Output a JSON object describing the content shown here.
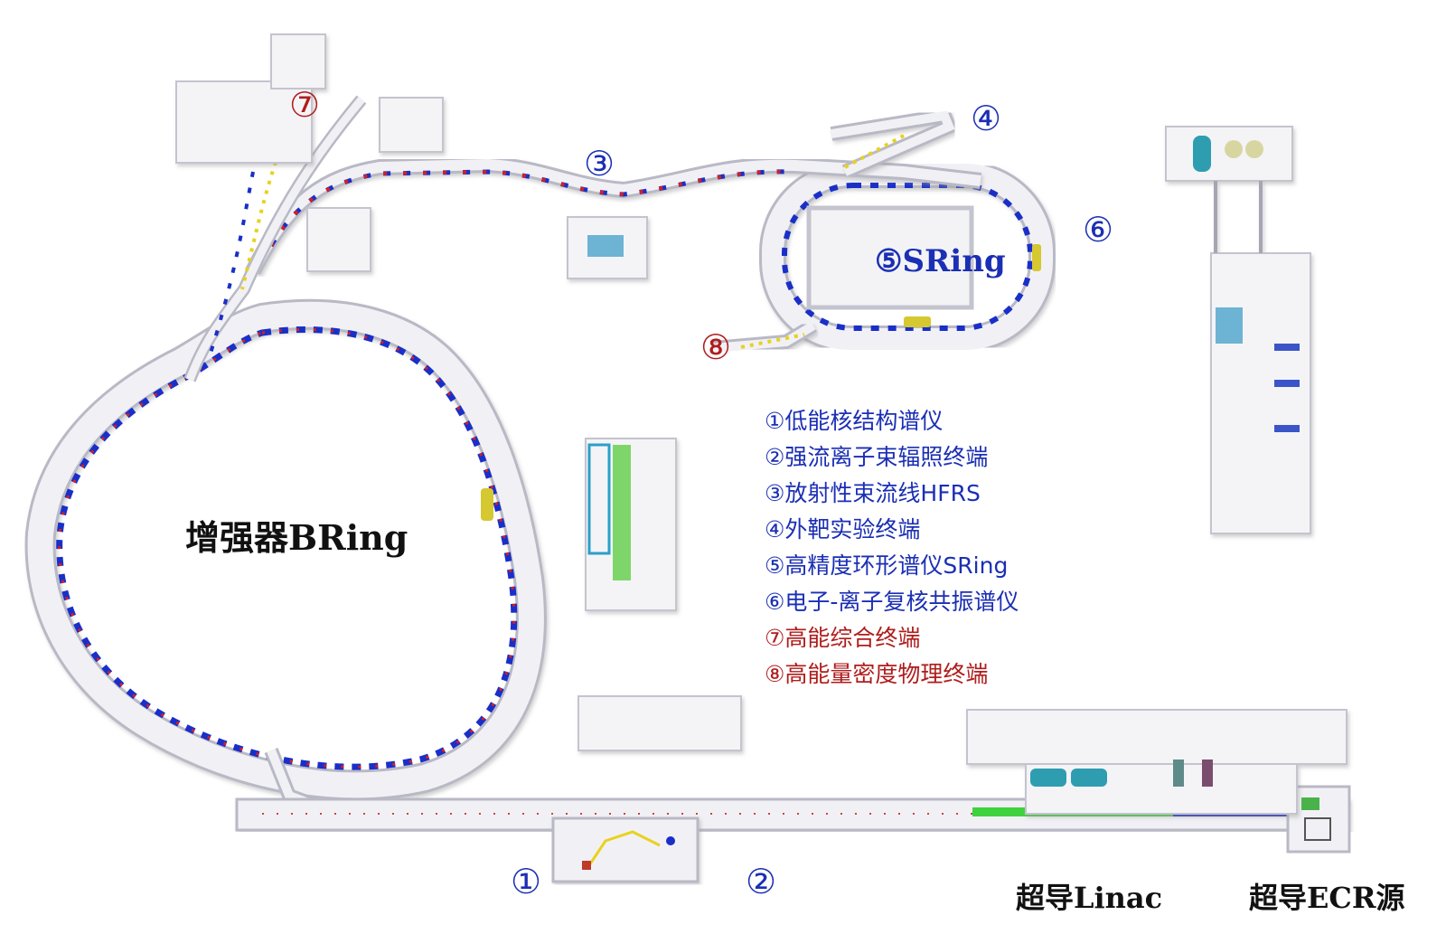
{
  "labels": {
    "bring": "增强器BRing",
    "sring": "⑤SRing",
    "linac": "超导Linac",
    "ecr": "超导ECR源"
  },
  "markers": {
    "m1": "①",
    "m2": "②",
    "m3": "③",
    "m4": "④",
    "m6": "⑥",
    "m7": "⑦",
    "m8": "⑧"
  },
  "legend": [
    {
      "text": "①低能核结构谱仪",
      "color": "#1b2fb4"
    },
    {
      "text": "②强流离子束辐照终端",
      "color": "#1b2fb4"
    },
    {
      "text": "③放射性束流线HFRS",
      "color": "#1b2fb4"
    },
    {
      "text": "④外靶实验终端",
      "color": "#1b2fb4"
    },
    {
      "text": "⑤高精度环形谱仪SRing",
      "color": "#1b2fb4"
    },
    {
      "text": "⑥电子-离子复核共振谱仪",
      "color": "#1b2fb4"
    },
    {
      "text": "⑦高能综合终端",
      "color": "#b01c1c"
    },
    {
      "text": "⑧高能量密度物理终端",
      "color": "#b01c1c"
    }
  ],
  "colors": {
    "dipole": "#1a2fc8",
    "quad": "#d42020",
    "beamline": "#e8d21e",
    "linac_green": "#3fd23f",
    "tunnel": "#eeeef2",
    "tunnel_edge": "#b9b9c6"
  }
}
